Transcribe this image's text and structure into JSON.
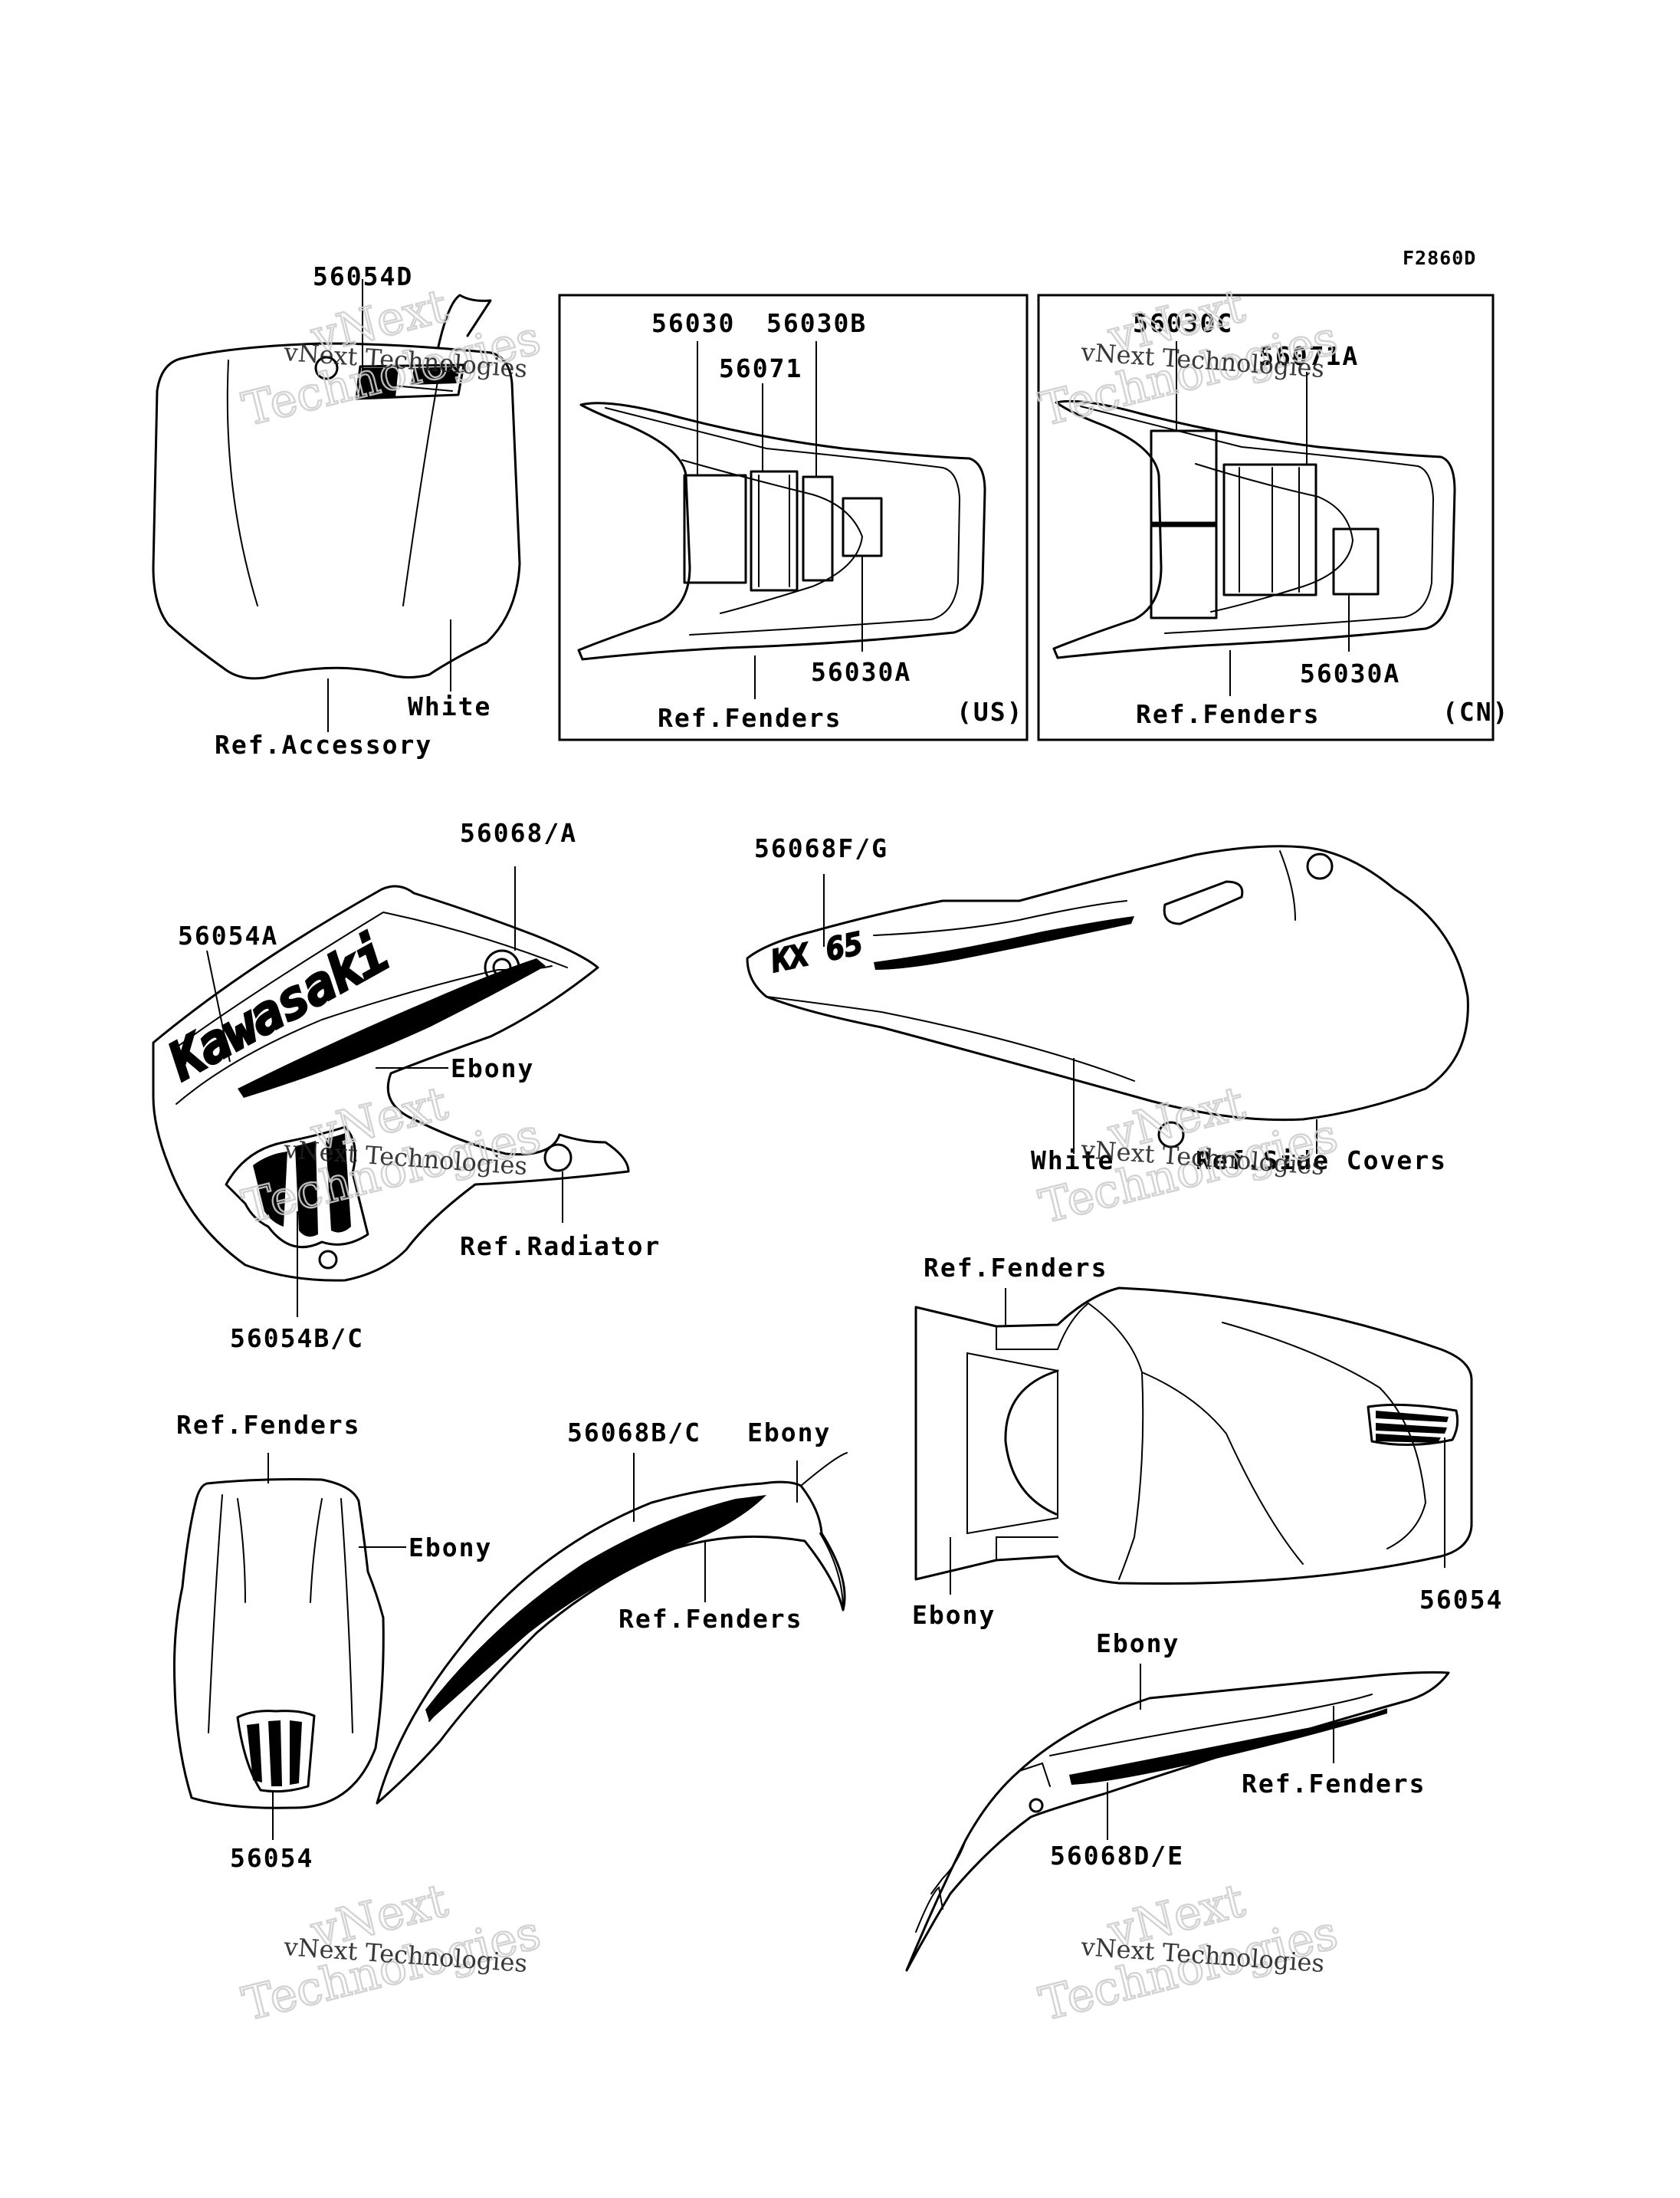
{
  "figure_code": "F2860D",
  "panels": {
    "number_plate": {
      "part": "56054D",
      "color_note": "White",
      "ref": "Ref.Accessory"
    },
    "rear_fender_us": {
      "parts": [
        "56030",
        "56030B",
        "56071",
        "56030A"
      ],
      "ref": "Ref.Fenders",
      "region": "(US)"
    },
    "rear_fender_cn": {
      "parts": [
        "56030C",
        "56071A",
        "56030A"
      ],
      "ref": "Ref.Fenders",
      "region": "(CN)"
    },
    "radiator_shroud": {
      "parts": [
        "56068/A",
        "56054A",
        "56054B/C"
      ],
      "color_note": "Ebony",
      "ref": "Ref.Radiator",
      "logo": "Kawasaki"
    },
    "side_cover": {
      "part": "56068F/G",
      "color_note": "White",
      "ref": "Ref.Side Covers",
      "logo": "KX 65"
    },
    "front_fender_top": {
      "part": "56054",
      "ref": "Ref.Fenders",
      "color_note": "Ebony"
    },
    "front_fender_side": {
      "part": "56068B/C",
      "color_note": "Ebony",
      "ref": "Ref.Fenders"
    },
    "rear_fender_top": {
      "part": "56054",
      "ref": "Ref.Fenders",
      "color_note": "Ebony"
    },
    "rear_fender_side": {
      "part": "56068D/E",
      "color_note": "Ebony",
      "ref": "Ref.Fenders"
    }
  },
  "watermark": {
    "line1": "vNext",
    "line2": "Technologies",
    "small": "vNext Technologies"
  }
}
